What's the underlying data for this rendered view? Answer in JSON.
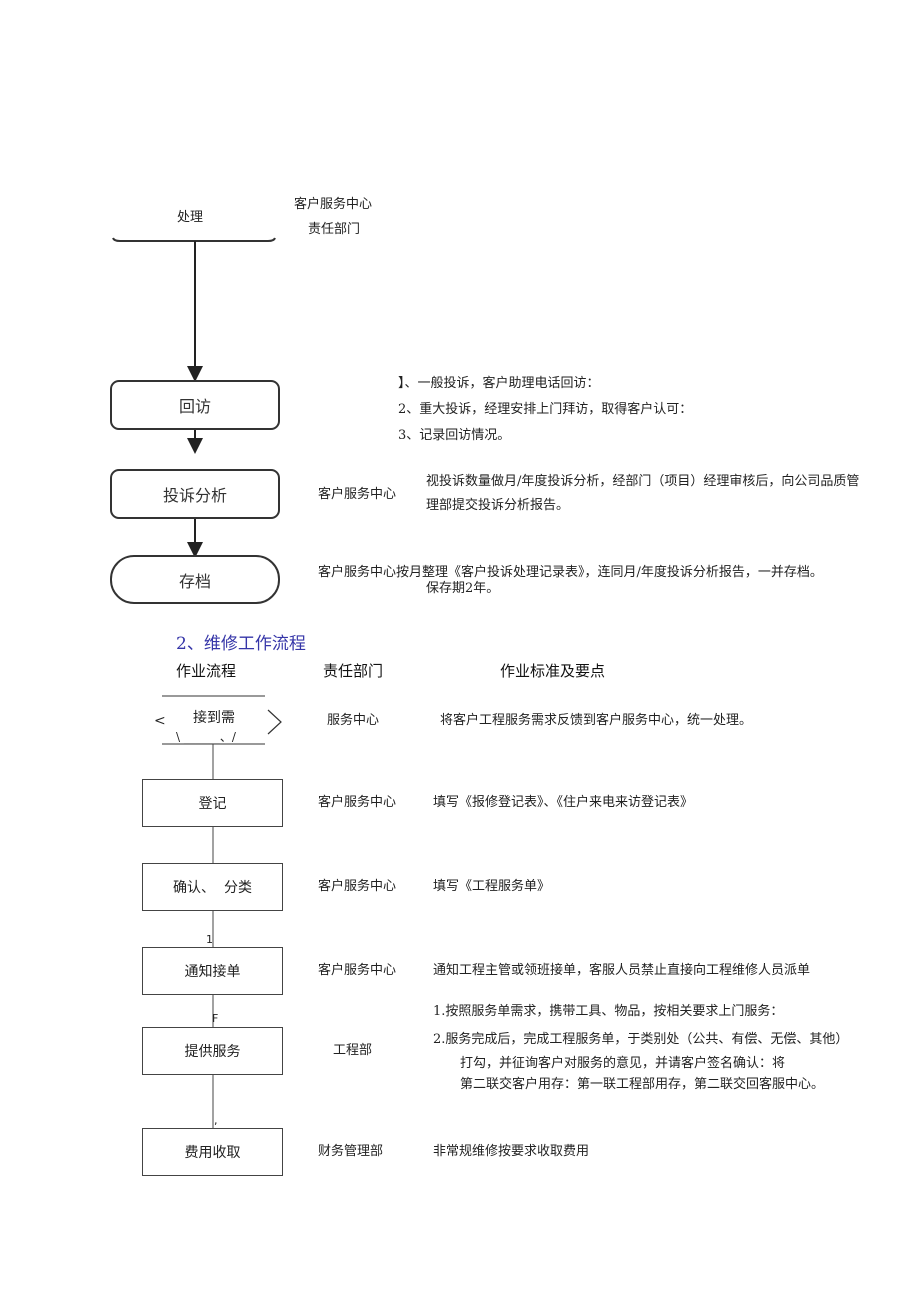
{
  "section1": {
    "top_step_label": "处理",
    "top_dept_line1": "客户服务中心",
    "top_dept_line2": "责任部门",
    "steps": [
      {
        "label": "回访"
      },
      {
        "label": "投诉分析"
      },
      {
        "label": "存档"
      }
    ],
    "revisit_notes": [
      "】、一般投诉，客户助理电话回访：",
      "2、重大投诉，经理安排上门拜访，取得客户认可：",
      "3、记录回访情况。"
    ],
    "analysis_dept": "客户服务中心",
    "analysis_note": "视投诉数量做月/年度投诉分析，经部门（项目）经理审核后，向公司品质管理部提交投诉分析报告。",
    "archive_note_line1": "客户服务中心按月整理《客户投诉处理记录表》，连同月/年度投诉分析报告，一并存档。",
    "archive_note_line2": "保存期2年。"
  },
  "section2": {
    "title": "2、维修工作流程",
    "headers": {
      "process": "作业流程",
      "dept": "责任部门",
      "standard": "作业标准及要点"
    },
    "start_step": {
      "label": "接到需",
      "left_mark": "<",
      "bottom_mark": "\\ ______、/",
      "dept": "服务中心",
      "standard": "将客户工程服务需求反馈到客户服务中心，统一处理。"
    },
    "rows": [
      {
        "label": "登记",
        "dept": "客户服务中心",
        "standard": "填写《报修登记表》、《住户来电来访登记表》"
      },
      {
        "label": "确认、  分类",
        "dept": "客户服务中心",
        "standard": "填写《工程服务单》"
      },
      {
        "label": "通知接单",
        "dept": "客户服务中心",
        "standard": "通知工程主管或领班接单，客服人员禁止直接向工程维修人员派单"
      },
      {
        "label": "提供服务",
        "dept": "工程部",
        "standard": ""
      },
      {
        "label": "费用收取",
        "dept": "财务管理部",
        "standard": "非常规维修按要求收取费用"
      }
    ],
    "service_notes": [
      "1.按照服务单需求，携带工具、物品，按相关要求上门服务：",
      "2.服务完成后，完成工程服务单，于类别处（公共、有偿、无偿、其他）",
      "打勾，并征询客户对服务的意见，并请客户签名确认：将",
      "第二联交客户用存：第一联工程部用存，第二联交回客服中心。"
    ],
    "connector_marks": [
      "1",
      "F",
      ","
    ]
  }
}
